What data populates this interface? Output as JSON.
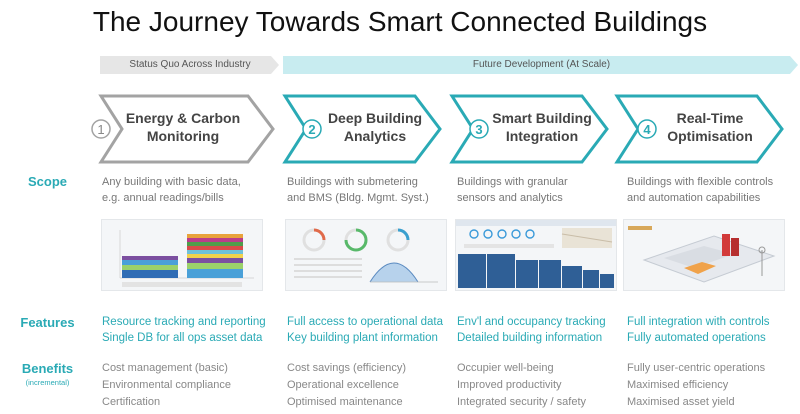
{
  "title": "The Journey Towards Smart Connected Buildings",
  "bands": {
    "status_quo": "Status Quo Across Industry",
    "future": "Future Development (At Scale)"
  },
  "colors": {
    "teal": "#2aaab5",
    "gray_arrow": "#a3a3a3",
    "band_gray": "#e6e6e6",
    "band_teal": "#c8ecf0"
  },
  "row_labels": {
    "scope": "Scope",
    "features": "Features",
    "benefits": "Benefits",
    "benefits_sub": "(incremental)"
  },
  "stages": [
    {
      "number": "1",
      "title": [
        "Energy & Carbon",
        "Monitoring"
      ],
      "scope": [
        "Any building with basic data,",
        "e.g. annual readings/bills"
      ],
      "features": [
        "Resource tracking and reporting",
        "Single DB for all ops asset data"
      ],
      "benefits": [
        "Cost management (basic)",
        "Environmental compliance",
        "Certification"
      ]
    },
    {
      "number": "2",
      "title": [
        "Deep Building",
        "Analytics"
      ],
      "scope": [
        "Buildings with submetering",
        "and BMS (Bldg. Mgmt. Syst.)"
      ],
      "features": [
        "Full access to operational data",
        "Key building plant information"
      ],
      "benefits": [
        "Cost savings (efficiency)",
        "Operational excellence",
        "Optimised maintenance"
      ]
    },
    {
      "number": "3",
      "title": [
        "Smart Building",
        "Integration"
      ],
      "scope": [
        "Buildings with granular",
        "sensors and analytics"
      ],
      "features": [
        "Env'l and occupancy tracking",
        "Detailed building information"
      ],
      "benefits": [
        "Occupier well-being",
        "Improved productivity",
        "Integrated security / safety"
      ]
    },
    {
      "number": "4",
      "title": [
        "Real-Time",
        "Optimisation"
      ],
      "scope": [
        "Buildings with flexible controls",
        "and automation capabilities"
      ],
      "features": [
        "Full integration with controls",
        "Fully automated operations"
      ],
      "benefits": [
        "Fully user-centric operations",
        "Maximised efficiency",
        "Maximised asset yield"
      ]
    }
  ]
}
